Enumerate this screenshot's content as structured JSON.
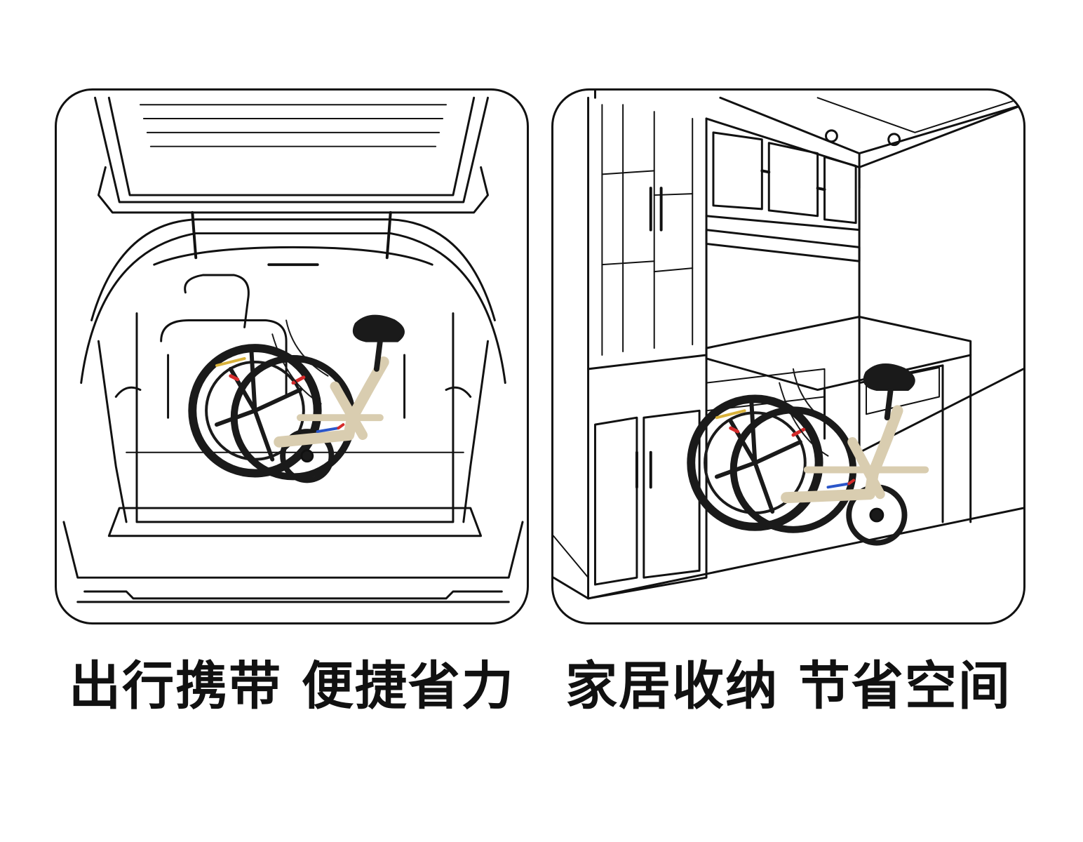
{
  "panels": [
    {
      "scene": "car-trunk",
      "caption": "出行携带 便捷省力"
    },
    {
      "scene": "home-storage",
      "caption": "家居收纳 节省空间"
    }
  ],
  "colors": {
    "line": "#111111",
    "background": "#ffffff",
    "bike_frame": "#d9cdb0",
    "tire": "#1a1a1a",
    "accent_red": "#d52b2b",
    "accent_blue": "#2b56c9"
  }
}
